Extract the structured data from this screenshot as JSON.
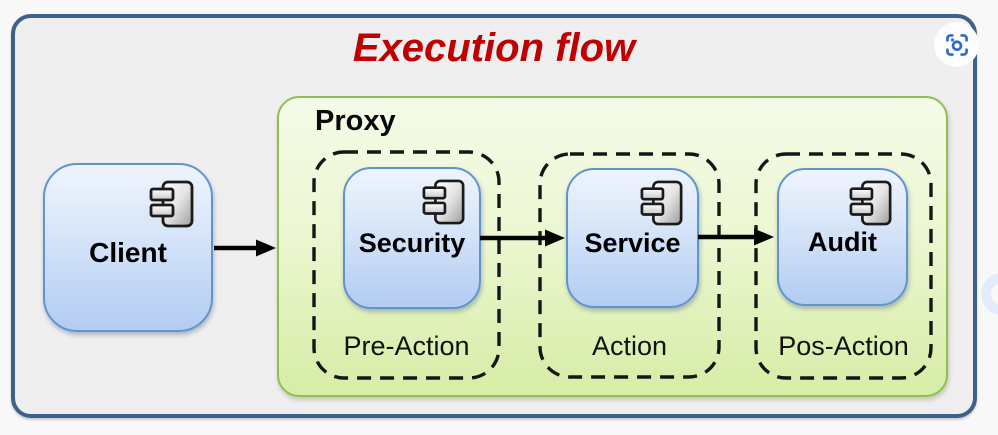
{
  "header": {
    "title": "Execution flow",
    "title_color": "#c00000"
  },
  "diagram": {
    "type": "flow",
    "labels": {
      "client": "Client",
      "proxy": "Proxy",
      "security": "Security",
      "service": "Service",
      "audit": "Audit",
      "pre_action": "Pre-Action",
      "action": "Action",
      "pos_action": "Pos-Action"
    },
    "nodes": [
      {
        "id": "client",
        "label": "Client",
        "kind": "component"
      },
      {
        "id": "proxy",
        "label": "Proxy",
        "kind": "container"
      },
      {
        "id": "security",
        "label": "Security",
        "kind": "component",
        "stage": "Pre-Action"
      },
      {
        "id": "service",
        "label": "Service",
        "kind": "component",
        "stage": "Action"
      },
      {
        "id": "audit",
        "label": "Audit",
        "kind": "component",
        "stage": "Pos-Action"
      }
    ],
    "edges": [
      {
        "from": "Client",
        "to": "Security"
      },
      {
        "from": "Security",
        "to": "Service"
      },
      {
        "from": "Service",
        "to": "Audit"
      }
    ],
    "icons": {
      "node_icon": "uml-component-icon",
      "corner_icon": "screenshot-capture-icon"
    },
    "colors": {
      "frame_border": "#3d6189",
      "frame_bg": "#f0eff0",
      "proxy_border": "#8fbe52",
      "proxy_bg_top": "#f5fbe9",
      "proxy_bg_bottom": "#d6eda6",
      "node_border": "#6194ce",
      "node_bg_top": "#eef4fd",
      "node_bg_bottom": "#b2ccf2",
      "dashed_stroke": "#161616",
      "arrow": "#050505",
      "capture_icon_blue": "#2d6ad1"
    }
  }
}
